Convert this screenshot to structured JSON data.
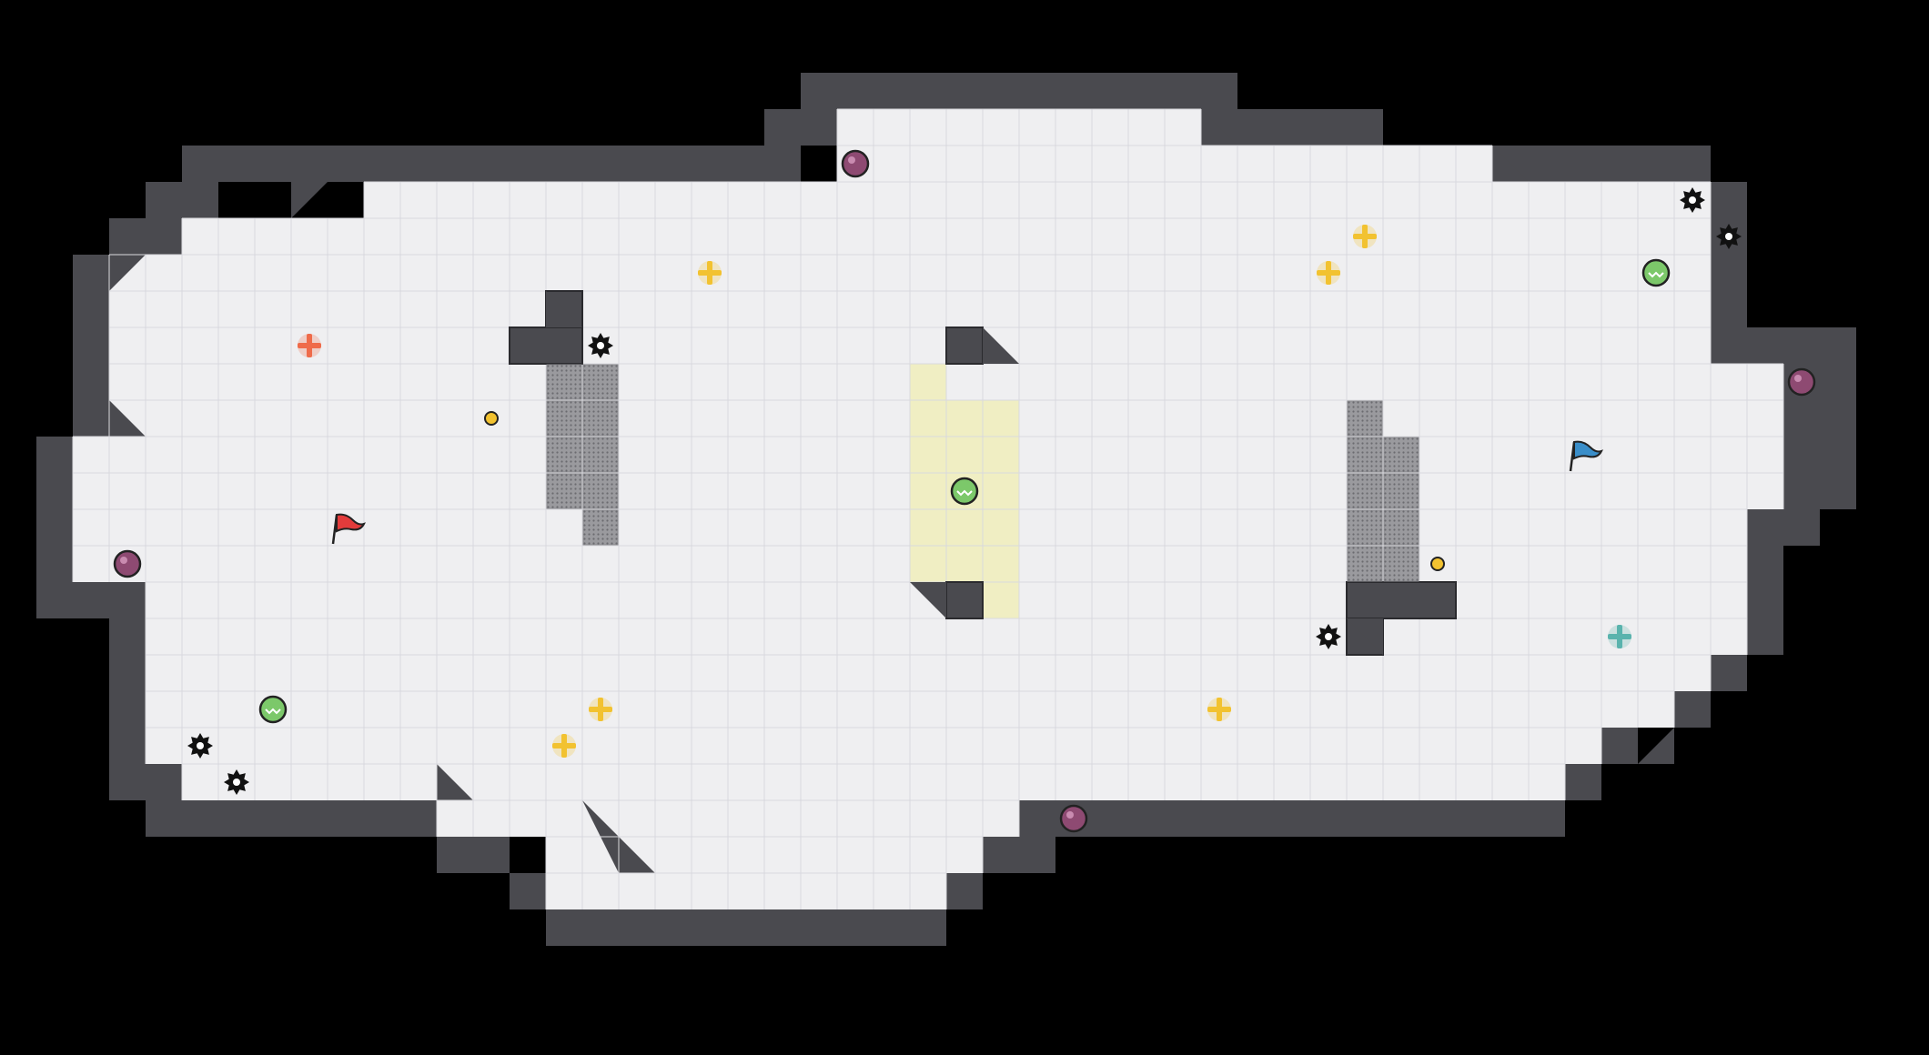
{
  "colors": {
    "background": "#000000",
    "floor": "#efeff1",
    "grid_line": "#d9d9de",
    "wall": "#4a4a4f",
    "wall_edge": "#2a2a2e",
    "wall_notch": "#1c1c20",
    "mesh": "#8a8a8e",
    "gate_zone": "#f0eec3",
    "red_team": "#e33b3b",
    "blue_team": "#3a8ec9",
    "powerup_yellow": "#f2c230",
    "powerup_red": "#ef6b4a",
    "powerup_teal": "#5ab3ad",
    "bomb": "#8e4a72",
    "speed_boost": "#7cc86a",
    "spike": "#111111",
    "flag_stand": "#f2c230"
  },
  "entities": {
    "flags": [
      {
        "team": "red",
        "icon": "red-flag-icon",
        "col": 6,
        "row": 11
      },
      {
        "team": "blue",
        "icon": "blue-flag-icon",
        "col": 40,
        "row": 9
      }
    ],
    "flag_stands": [
      {
        "col": 10,
        "row": 8
      },
      {
        "col": 36,
        "row": 12
      }
    ],
    "bombs": [
      {
        "col": 20,
        "row": 1
      },
      {
        "col": 46,
        "row": 7
      },
      {
        "col": 0,
        "row": 12
      },
      {
        "col": 26,
        "row": 19
      }
    ],
    "speed_boosts": [
      {
        "col": 42,
        "row": 4
      },
      {
        "col": 23,
        "row": 10
      },
      {
        "col": 4,
        "row": 16
      }
    ],
    "powerups": [
      {
        "kind": "yellow",
        "col": 16,
        "row": 4
      },
      {
        "kind": "yellow",
        "col": 34,
        "row": 3
      },
      {
        "kind": "yellow",
        "col": 33,
        "row": 4
      },
      {
        "kind": "yellow",
        "col": 13,
        "row": 16
      },
      {
        "kind": "yellow",
        "col": 12,
        "row": 17
      },
      {
        "kind": "yellow",
        "col": 30,
        "row": 16
      },
      {
        "kind": "red",
        "col": 5,
        "row": 6
      },
      {
        "kind": "teal",
        "col": 41,
        "row": 14
      }
    ],
    "spikes": [
      {
        "col": 43,
        "row": 2
      },
      {
        "col": 44,
        "row": 3
      },
      {
        "col": 13,
        "row": 6
      },
      {
        "col": 33,
        "row": 14
      },
      {
        "col": 2,
        "row": 17
      },
      {
        "col": 3,
        "row": 18
      }
    ]
  },
  "gate_zone": {
    "cells": [
      [
        22,
        7
      ],
      [
        22,
        8
      ],
      [
        23,
        8
      ],
      [
        24,
        8
      ],
      [
        22,
        9
      ],
      [
        23,
        9
      ],
      [
        24,
        9
      ],
      [
        22,
        10
      ],
      [
        23,
        10
      ],
      [
        24,
        10
      ],
      [
        22,
        11
      ],
      [
        23,
        11
      ],
      [
        24,
        11
      ],
      [
        22,
        12
      ],
      [
        23,
        12
      ],
      [
        24,
        12
      ],
      [
        24,
        13
      ]
    ]
  }
}
